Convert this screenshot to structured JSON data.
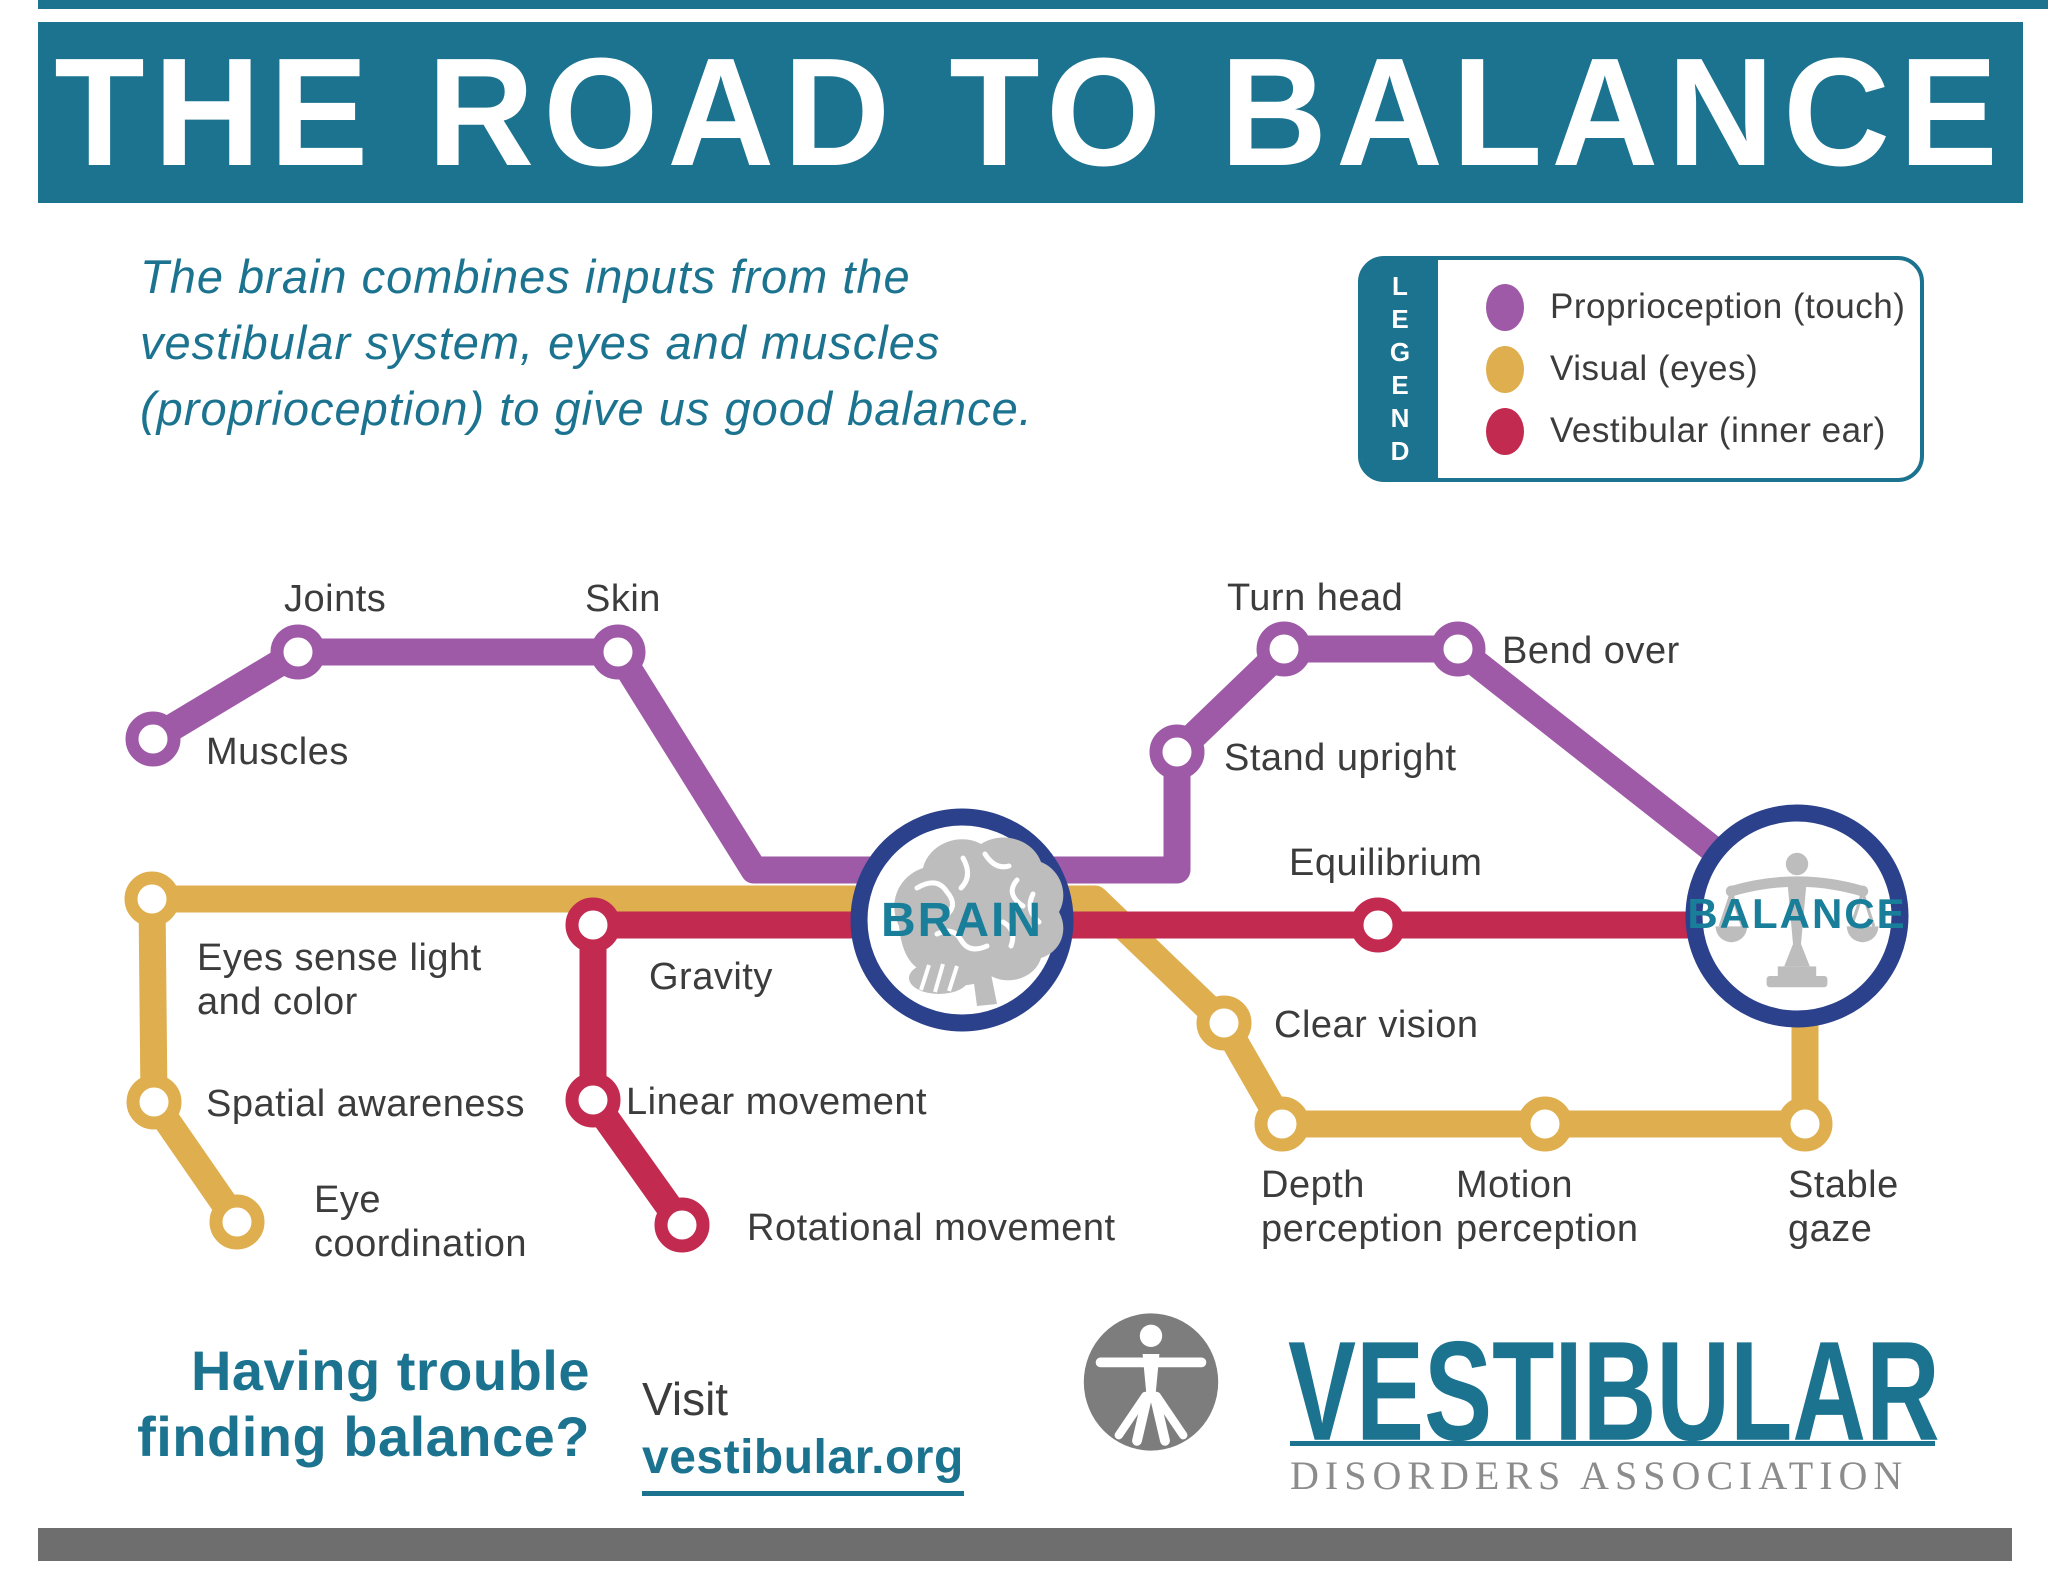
{
  "header": {
    "title": "THE ROAD TO BALANCE"
  },
  "intro": {
    "lines": [
      "The brain combines inputs from the",
      "vestibular system, eyes and muscles",
      "(proprioception) to give us good balance."
    ]
  },
  "legend": {
    "title": "LEGEND",
    "items": [
      {
        "label": "Proprioception (touch)",
        "color": "#9E5AA6"
      },
      {
        "label": "Visual (eyes)",
        "color": "#DFAE4E"
      },
      {
        "label": "Vestibular (inner ear)",
        "color": "#C22A50"
      }
    ]
  },
  "map": {
    "hubs": [
      {
        "id": "brain",
        "label": "BRAIN"
      },
      {
        "id": "balance",
        "label": "BALANCE"
      }
    ],
    "lines": [
      {
        "id": "proprioception",
        "name": "Proprioception (touch)",
        "color": "#9E5AA6",
        "stations": [
          "Muscles",
          "Joints",
          "Skin",
          "Stand upright",
          "Turn head",
          "Bend over"
        ]
      },
      {
        "id": "visual",
        "name": "Visual (eyes)",
        "color": "#DFAE4E",
        "stations": [
          "Eye coordination",
          "Spatial awareness",
          "Eyes sense light and color",
          "Clear vision",
          "Depth perception",
          "Motion perception",
          "Stable gaze"
        ]
      },
      {
        "id": "vestibular",
        "name": "Vestibular (inner ear)",
        "color": "#C22A50",
        "stations": [
          "Rotational movement",
          "Linear movement",
          "Gravity",
          "Equilibrium"
        ]
      }
    ]
  },
  "footer": {
    "headline_line1": "Having trouble",
    "headline_line2": "finding balance?",
    "visit_label": "Visit",
    "link_text": "vestibular.org",
    "logo_title": "VESTIBULAR",
    "logo_subtitle": "DISORDERS ASSOCIATION"
  },
  "colors": {
    "teal": "#1B7390",
    "purple": "#9E5AA6",
    "gold": "#DFAE4E",
    "red": "#C22A50",
    "navy_ring": "#2C418C",
    "label_gray": "#3C3C3C"
  }
}
